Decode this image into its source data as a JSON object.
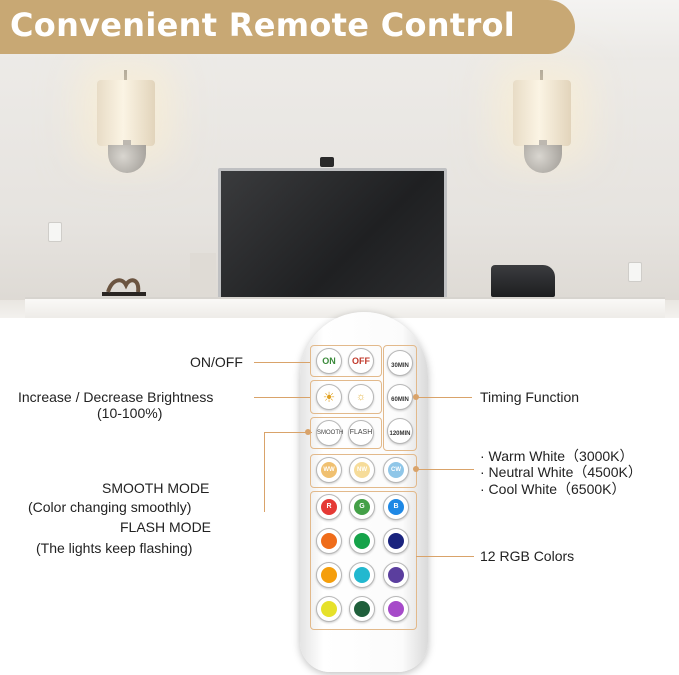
{
  "header": {
    "title": "Convenient Remote Control"
  },
  "remote": {
    "power": {
      "on": "ON",
      "off": "OFF"
    },
    "timers": [
      "30MIN",
      "60MIN",
      "120MIN"
    ],
    "modes": {
      "smooth": "SMOOTH",
      "flash": "FLASH"
    },
    "whites": [
      "WW",
      "NW",
      "CW"
    ],
    "rgb_top": [
      "R",
      "G",
      "B"
    ],
    "colors": {
      "accent": "#d9a36a",
      "title_bar": "#c8a874",
      "ww": "#f0c070",
      "nw": "#f6dc9a",
      "cw": "#8fc6e8",
      "red": "#e53935",
      "green": "#43a047",
      "blue": "#1e88e5"
    }
  },
  "annotations": {
    "onoff": "ON/OFF",
    "brightness_1": "Increase / Decrease Brightness",
    "brightness_2": "(10-100%)",
    "timing": "Timing Function",
    "smooth_1": "SMOOTH MODE",
    "smooth_2": "(Color changing smoothly)",
    "flash_1": "FLASH MODE",
    "flash_2": "(The lights keep flashing)",
    "white_1": "· Warm White（3000K）",
    "white_2": "· Neutral White（4500K）",
    "white_3": "· Cool White（6500K）",
    "rgb": "12 RGB Colors"
  }
}
